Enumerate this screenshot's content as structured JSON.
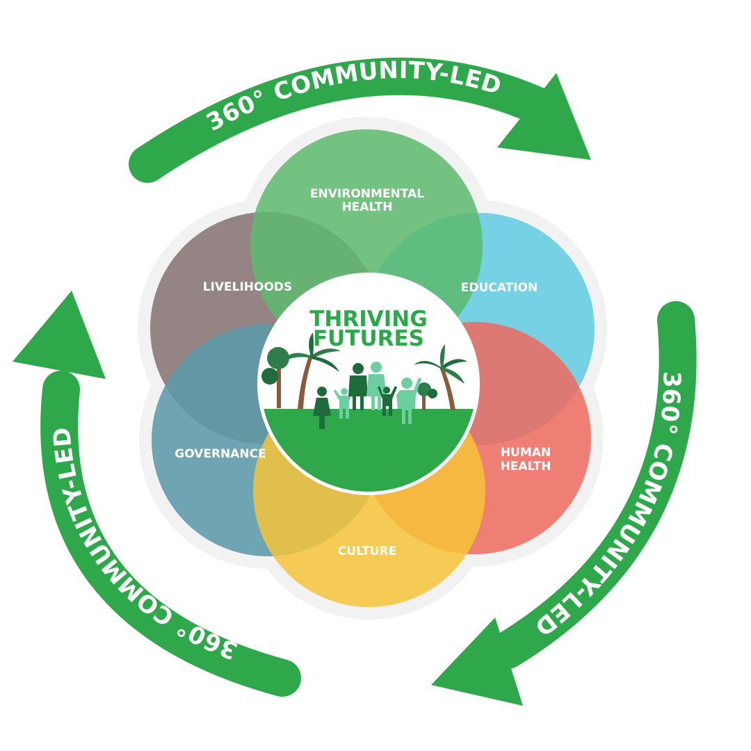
{
  "arrows": [
    {
      "label": "360° COMMUNITY-LED"
    },
    {
      "label": "360° COMMUNITY-LED"
    },
    {
      "label": "360° COMMUNITY-LED"
    }
  ],
  "petals": {
    "environmental": {
      "line1": "ENVIRONMENTAL",
      "line2": "HEALTH",
      "color": "#5dba6f"
    },
    "education": {
      "line1": "EDUCATION",
      "color": "#5fcbe0"
    },
    "human_health": {
      "line1": "HUMAN",
      "line2": "HEALTH",
      "color": "#ee6a5e"
    },
    "culture": {
      "line1": "CULTURE",
      "color": "#f6c33a"
    },
    "governance": {
      "line1": "GOVERNANCE",
      "color": "#5c9aa8"
    },
    "livelihoods": {
      "line1": "LIVELIHOODS",
      "color": "#867474"
    }
  },
  "center": {
    "line1": "THRIVING",
    "line2": "FUTURES",
    "title_color": "#2aa84a",
    "ground_color": "#2ea84a"
  },
  "colors": {
    "arrow": "#2ea84a",
    "halo": "#f2f2f2"
  }
}
